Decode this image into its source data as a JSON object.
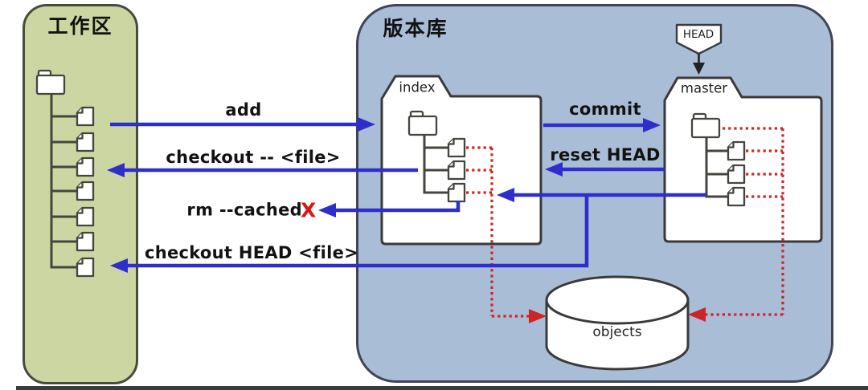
{
  "panels": {
    "worktree": {
      "title": "工作区",
      "file_count": 7
    },
    "repo": {
      "title": "版本库"
    }
  },
  "nodes": {
    "index": {
      "label": "index",
      "file_count": 3
    },
    "master": {
      "label": "master",
      "file_count": 3
    },
    "head": {
      "label": "HEAD",
      "points_to": "master"
    },
    "objects": {
      "label": "objects"
    }
  },
  "commands": {
    "add": {
      "label": "add",
      "from": "工作区",
      "to": "index"
    },
    "checkout_file": {
      "label": "checkout -- <file>",
      "from": "index",
      "to": "工作区"
    },
    "commit": {
      "label": "commit",
      "from": "index",
      "to": "master"
    },
    "reset_head": {
      "label": "reset HEAD",
      "from": "master",
      "to": "index"
    },
    "rm_cached": {
      "label": "rm --cached",
      "deleted_mark": "X",
      "from": "index",
      "to": "工作区"
    },
    "checkout_head_file": {
      "label": "checkout HEAD <file>",
      "from": "master",
      "to": "工作区"
    }
  },
  "dotted_links": [
    {
      "from": "index",
      "to": "objects"
    },
    {
      "from": "master",
      "to": "objects"
    }
  ],
  "colors": {
    "arrow-blue": "#2e2ecd",
    "dotted-red": "#cc2525",
    "panel-green": "#cbd6a3",
    "panel-green-border": "#474c3c",
    "panel-blue": "#a9bdd7",
    "panel-blue-border": "#3e4556",
    "shape-stroke": "#3a3a3a",
    "tree-stroke": "#45453f",
    "label-text": "#121212",
    "x-red": "#dd1515"
  }
}
